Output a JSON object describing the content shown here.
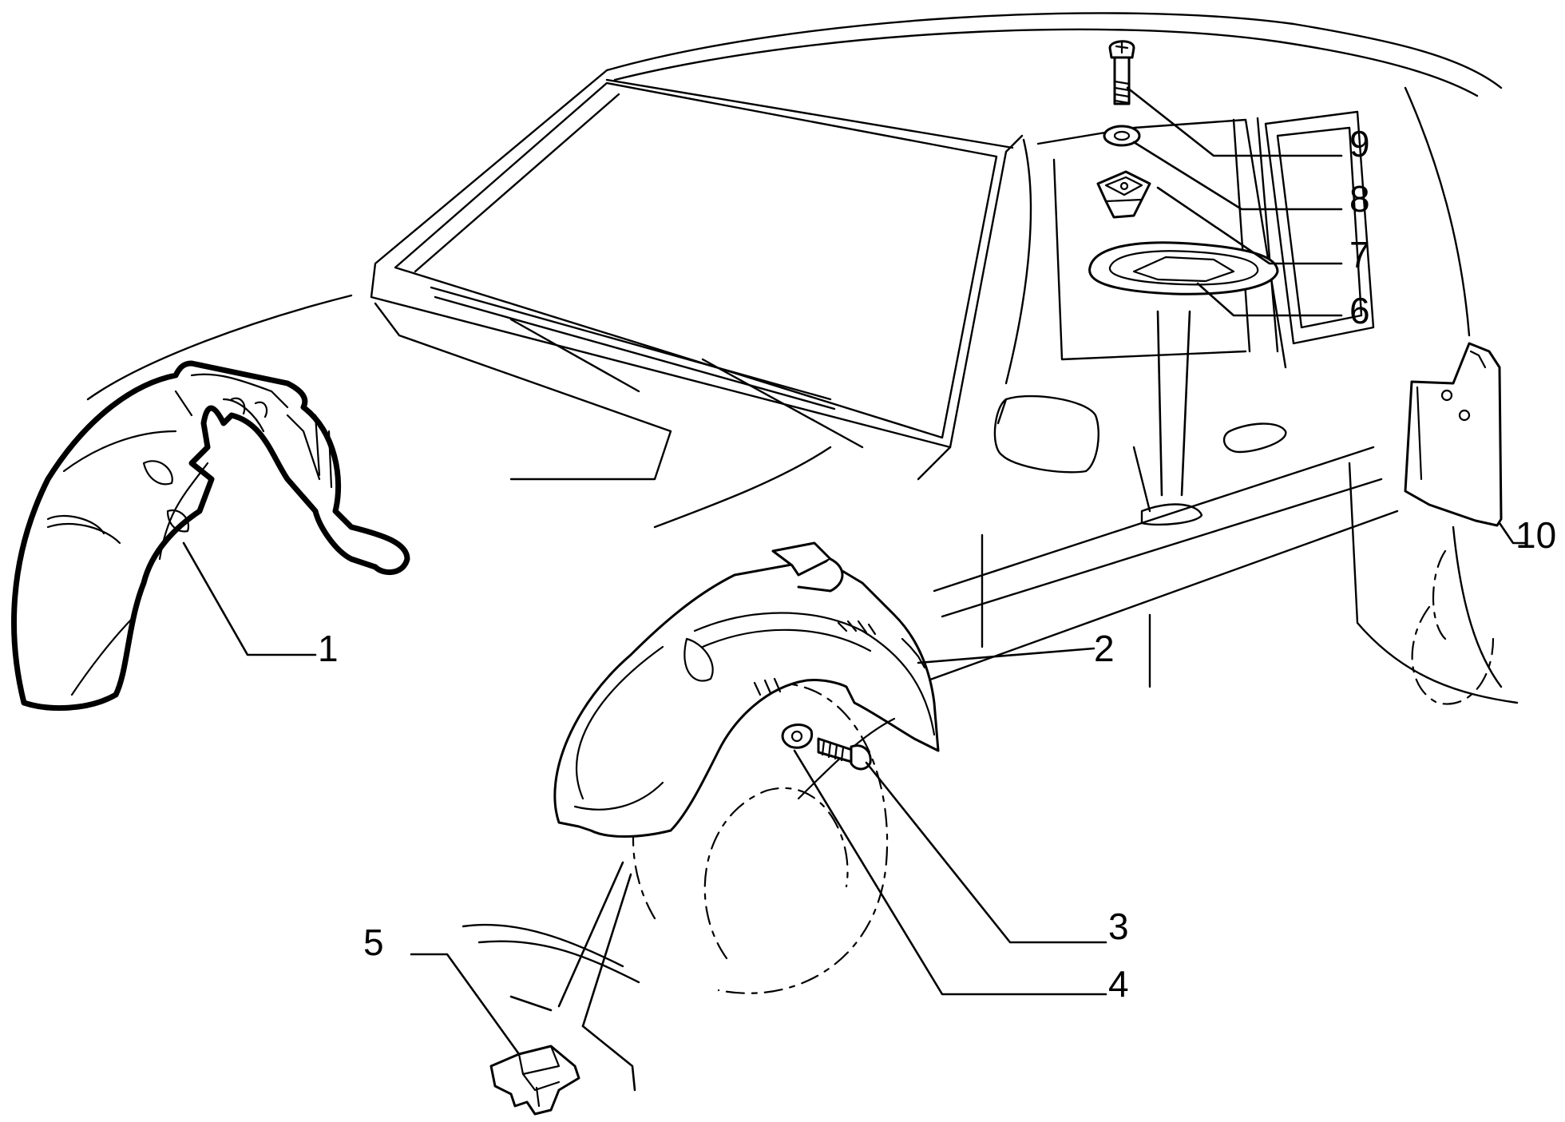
{
  "callouts": [
    {
      "number": "1",
      "part": "front-wheel-arch-liner"
    },
    {
      "number": "2",
      "part": "rear-wheel-arch-liner"
    },
    {
      "number": "3",
      "part": "screw"
    },
    {
      "number": "4",
      "part": "nut"
    },
    {
      "number": "5",
      "part": "clip"
    },
    {
      "number": "6",
      "part": "grommet"
    },
    {
      "number": "7",
      "part": "square-nut"
    },
    {
      "number": "8",
      "part": "washer"
    },
    {
      "number": "9",
      "part": "bolt"
    },
    {
      "number": "10",
      "part": "mud-flap"
    }
  ]
}
